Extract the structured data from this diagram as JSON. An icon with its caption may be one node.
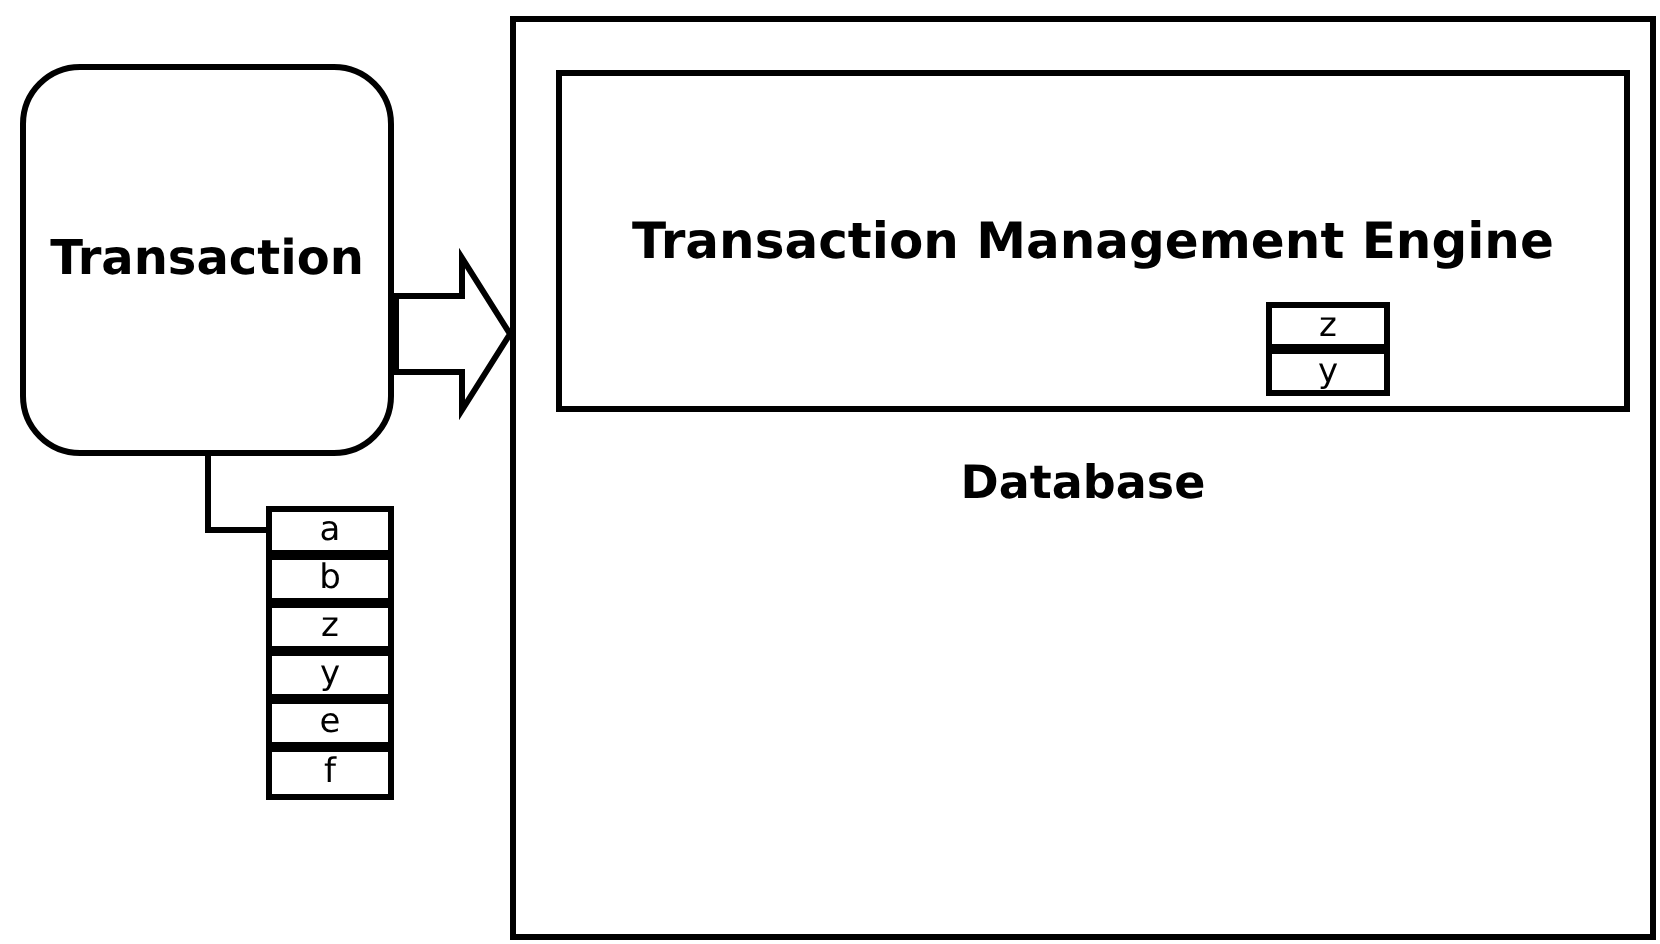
{
  "diagram": {
    "nodes": [
      {
        "text": [
          "Transaction"
        ]
      },
      {
        "text": [
          "a"
        ]
      },
      {
        "text": [
          "b"
        ]
      },
      {
        "text": [
          "z"
        ]
      },
      {
        "text": [
          "y"
        ]
      },
      {
        "text": [
          "e"
        ]
      },
      {
        "text": [
          "f"
        ]
      },
      {
        "text": [
          "Database"
        ]
      },
      {
        "text": [
          "Transaction Management Engine"
        ],
        "in": 7
      },
      {
        "text": [
          "z"
        ],
        "in": 8
      },
      {
        "text": [
          "y"
        ],
        "in": 8
      }
    ],
    "edges": [
      {
        "from": 0,
        "to": 1,
        "arrow": "none"
      },
      {
        "from": 0,
        "to": 7,
        "arrow": "to",
        "style": "thick"
      }
    ]
  }
}
